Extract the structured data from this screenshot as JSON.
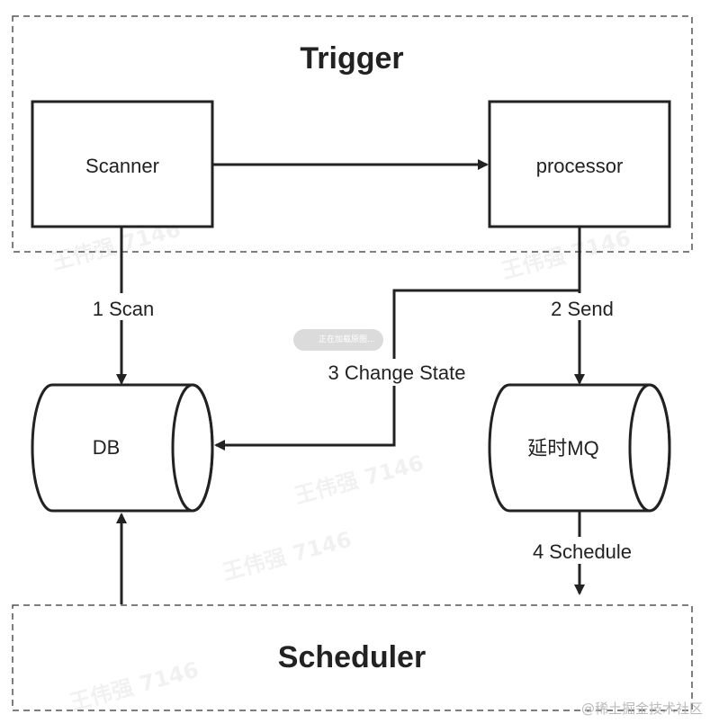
{
  "groups": {
    "trigger": "Trigger",
    "scheduler": "Scheduler"
  },
  "nodes": {
    "scanner": "Scanner",
    "processor": "processor",
    "db": "DB",
    "mq": "延时MQ"
  },
  "edges": {
    "scan": "1 Scan",
    "send": "2 Send",
    "change_state": "3 Change State",
    "schedule": "4 Schedule"
  },
  "overlay": {
    "loading_toast": "正在加载原图..."
  },
  "watermarks": {
    "user": "王伟强 7146",
    "credit": "@稀土掘金技术社区"
  },
  "colors": {
    "stroke": "#222222",
    "dashed": "#555555"
  }
}
